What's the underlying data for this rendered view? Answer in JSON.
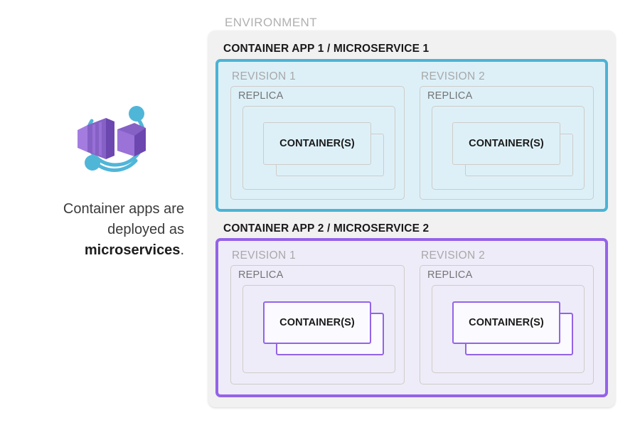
{
  "left_panel": {
    "icon_name": "azure-container-apps-icon",
    "caption_line1": "Container apps are",
    "caption_line2": "deployed as",
    "caption_emphasis": "microservices",
    "caption_period": "."
  },
  "diagram": {
    "environment_label": "ENVIRONMENT",
    "apps": [
      {
        "title": "CONTAINER APP 1 / MICROSERVICE 1",
        "accent_color": "#4cb3d4",
        "fill_color": "#ddf0f8",
        "revisions": [
          {
            "label": "REVISION 1",
            "replica_label": "REPLICA",
            "container_label": "CONTAINER(S)"
          },
          {
            "label": "REVISION 2",
            "replica_label": "REPLICA",
            "container_label": "CONTAINER(S)"
          }
        ]
      },
      {
        "title": "CONTAINER APP 2 / MICROSERVICE 2",
        "accent_color": "#9463e8",
        "fill_color": "#efecf9",
        "revisions": [
          {
            "label": "REVISION 1",
            "replica_label": "REPLICA",
            "container_label": "CONTAINER(S)"
          },
          {
            "label": "REVISION 2",
            "replica_label": "REPLICA",
            "container_label": "CONTAINER(S)"
          }
        ]
      }
    ]
  },
  "colors": {
    "environment_fill": "#f1f1f1",
    "label_gray": "#b0b0b0",
    "replica_gray": "#747474",
    "border_gray": "#cfcbc7",
    "icon_purple": "#8661c5",
    "icon_purple_light": "#a47ce0",
    "icon_cyan": "#50b6d8"
  }
}
